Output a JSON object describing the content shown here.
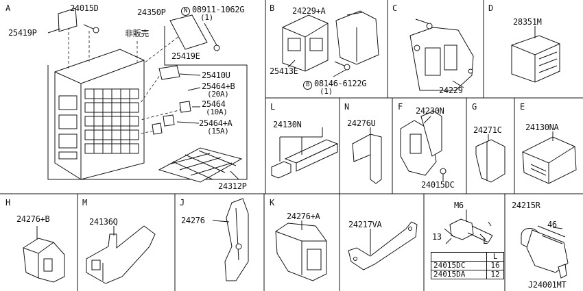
{
  "sections": {
    "A": "A",
    "B": "B",
    "C": "C",
    "D": "D",
    "L": "L",
    "N": "N",
    "F": "F",
    "G": "G",
    "E": "E",
    "H": "H",
    "M": "M",
    "J": "J",
    "K": "K"
  },
  "parts": {
    "a_24015D": "24015D",
    "a_24350P": "24350P",
    "a_08911": "08911-1062G",
    "a_08911_qty": "(1)",
    "a_25419P": "25419P",
    "a_hihanbai": "非販売",
    "a_25419E": "25419E",
    "a_25410U": "25410U",
    "a_25464B": "25464+B",
    "a_25464B_amp": "(20A)",
    "a_25464": "25464",
    "a_25464_amp": "(10A)",
    "a_25464A": "25464+A",
    "a_25464A_amp": "(15A)",
    "a_24312P": "24312P",
    "b_24229A": "24229+A",
    "b_25413E": "25413E",
    "b_08146": "08146-6122G",
    "b_08146_qty": "(1)",
    "c_24229": "24229",
    "d_28351M": "28351M",
    "l_24130N": "24130N",
    "n_24276U": "24276U",
    "f_24230N": "24230N",
    "f_24015DC": "24015DC",
    "g_24271C": "24271C",
    "e_24130NA": "24130NA",
    "h_24276B": "24276+B",
    "m_24136Q": "24136Q",
    "j_24276": "24276",
    "k_24276A": "24276+A",
    "x_24217VA": "24217VA",
    "s_M6": "M6",
    "s_13": "13",
    "s_L": "L",
    "r_24215R": "24215R",
    "r_46": "46",
    "diagram_id": "J24001MT"
  },
  "circled": {
    "N": "N",
    "B": "B"
  },
  "spec_table": {
    "header": [
      "",
      "L"
    ],
    "rows": [
      {
        "part": "24015DC",
        "L": "16"
      },
      {
        "part": "24015DA",
        "L": "12"
      }
    ]
  }
}
